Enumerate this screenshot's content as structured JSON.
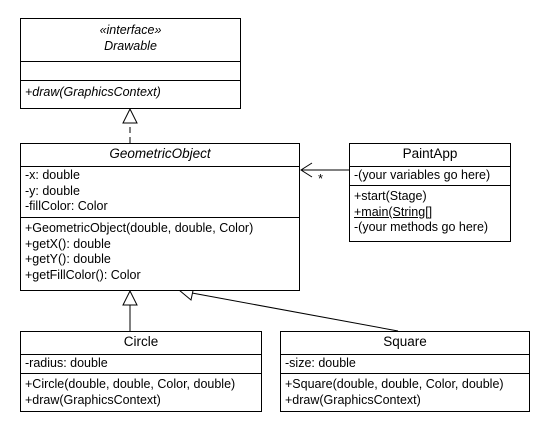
{
  "classes": {
    "drawable": {
      "stereotype": "«interface»",
      "name": "Drawable",
      "attributes": [],
      "methods": [
        "+draw(GraphicsContext)"
      ]
    },
    "geometric_object": {
      "name": "GeometricObject",
      "attributes": [
        "-x: double",
        "-y: double",
        "-fillColor: Color"
      ],
      "methods": [
        "+GeometricObject(double, double, Color)",
        "+getX(): double",
        "+getY(): double",
        "+getFillColor(): Color"
      ]
    },
    "paint_app": {
      "name": "PaintApp",
      "attributes": [
        "-(your variables go here)"
      ],
      "methods": [
        "+start(Stage)",
        "+main(String[]",
        "-(your methods go here)"
      ]
    },
    "circle": {
      "name": "Circle",
      "attributes": [
        "-radius: double"
      ],
      "methods": [
        "+Circle(double, double, Color, double)",
        "+draw(GraphicsContext)"
      ]
    },
    "square": {
      "name": "Square",
      "attributes": [
        "-size: double"
      ],
      "methods": [
        "+Square(double, double, Color, double)",
        "+draw(GraphicsContext)"
      ]
    }
  },
  "relations": {
    "association_multiplicity": "*"
  }
}
